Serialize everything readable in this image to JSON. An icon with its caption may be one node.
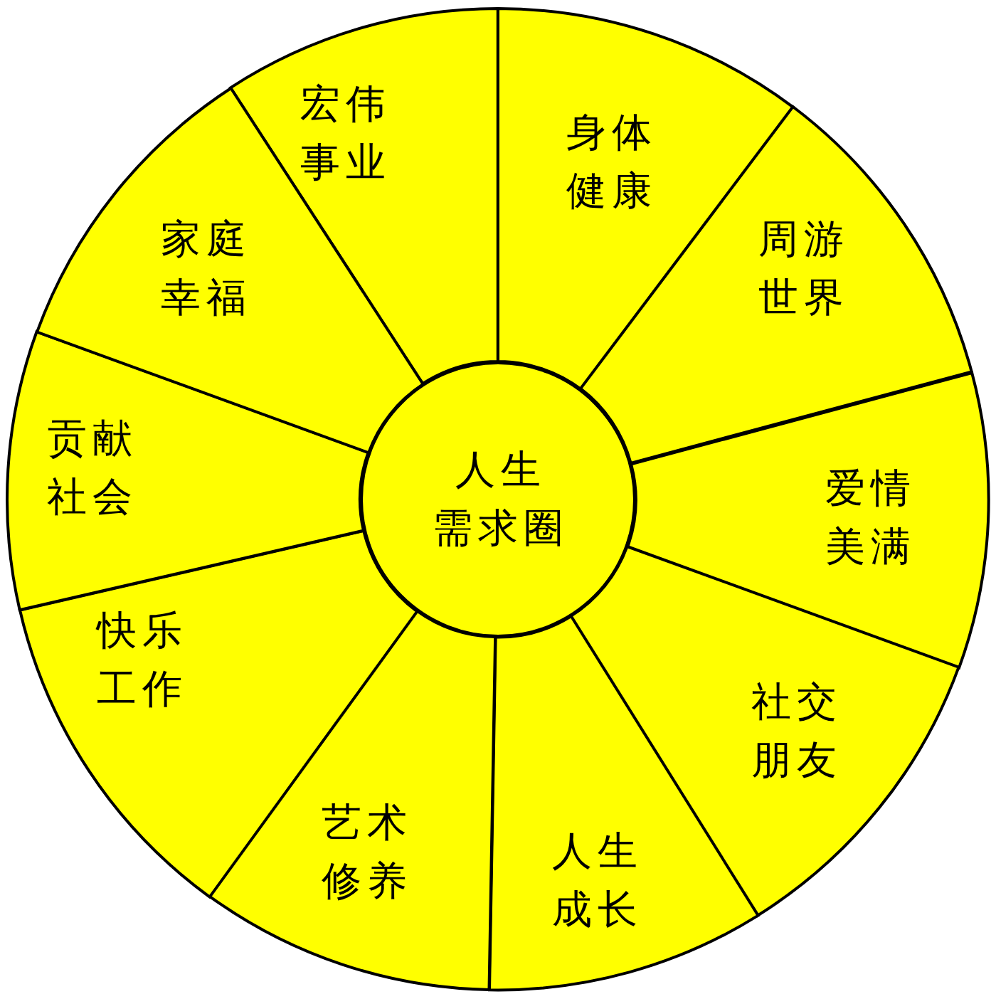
{
  "diagram": {
    "nodes": [
      {
        "text": [
          "人生需求圈"
        ]
      },
      {
        "text": [
          "宏伟事业"
        ]
      },
      {
        "text": [
          "身体健康"
        ]
      },
      {
        "text": [
          "周游世界"
        ]
      },
      {
        "text": [
          "爱情美满"
        ]
      },
      {
        "text": [
          "社交朋友"
        ]
      },
      {
        "text": [
          "人生成长"
        ]
      },
      {
        "text": [
          "艺术修养"
        ]
      },
      {
        "text": [
          "快乐工作"
        ]
      },
      {
        "text": [
          "贡献社会"
        ]
      },
      {
        "text": [
          "家庭幸福"
        ]
      }
    ]
  }
}
